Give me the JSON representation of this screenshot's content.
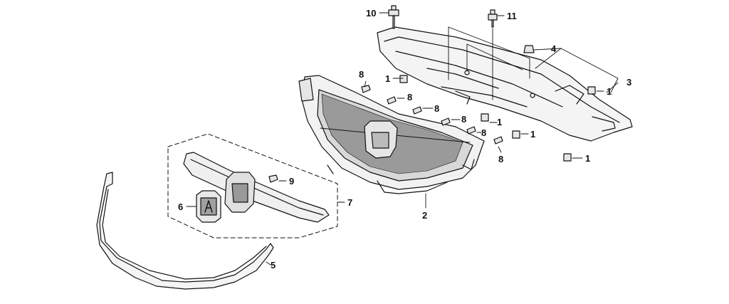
{
  "callouts": {
    "c1a": "1",
    "c1b": "1",
    "c1c": "1",
    "c1d": "1",
    "c1e": "1",
    "c2": "2",
    "c3": "3",
    "c4": "4",
    "c5": "5",
    "c6": "6",
    "c7": "7",
    "c8a": "8",
    "c8b": "8",
    "c8c": "8",
    "c8d": "8",
    "c8e": "8",
    "c8f": "8",
    "c9": "9",
    "c10": "10",
    "c11": "11"
  }
}
